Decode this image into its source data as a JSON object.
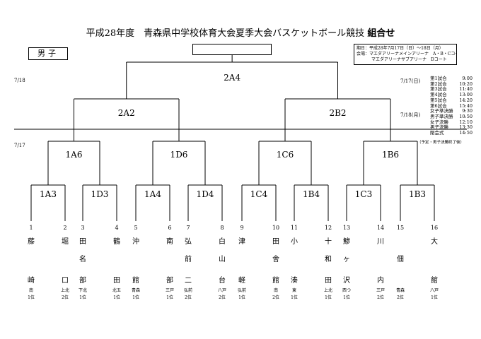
{
  "title_main": "平成28年度　青森県中学校体育大会夏季大会バスケットボール競技",
  "title_bold": "組合せ",
  "category": "男子",
  "info": {
    "line1": "期日：平成28年7月17日（日）～18日（月）",
    "line2": "会場：マエダアリーナメインアリーナ　A・B・Cコート",
    "line3": "マエダアリーナサブアリーナ　Dコート"
  },
  "dates": {
    "left_top": "7/18",
    "left_bottom": "7/17",
    "right_1": "7/17(日)",
    "right_2": "7/18(月)"
  },
  "schedule": [
    {
      "label": "第1試合",
      "time": "9:00"
    },
    {
      "label": "第2試合",
      "time": "10:20"
    },
    {
      "label": "第3試合",
      "time": "11:40"
    },
    {
      "label": "第4試合",
      "time": "13:00"
    },
    {
      "label": "第5試合",
      "time": "14:20"
    },
    {
      "label": "第6試合",
      "time": "15:40"
    },
    {
      "label": "女子準決勝",
      "time": "9:30"
    },
    {
      "label": "男子準決勝",
      "time": "10:50"
    },
    {
      "label": "女子決勝",
      "time": "12:10"
    },
    {
      "label": "男子決勝",
      "time": "13:30"
    },
    {
      "label": "閉会式",
      "time": "14:50"
    }
  ],
  "schedule_note": "（予定・男子決勝終了後）",
  "matches": {
    "final": "2A4",
    "semis": [
      "2A2",
      "2B2"
    ],
    "quarters": [
      "1A6",
      "1D6",
      "1C6",
      "1B6"
    ],
    "first_round": [
      "1A3",
      "1D3",
      "1A4",
      "1D4",
      "1C4",
      "1B4",
      "1C3",
      "1B3"
    ]
  },
  "teams": [
    {
      "num": "1",
      "c1": "藤",
      "c2": "",
      "c3": "",
      "c4": "崎",
      "region": "南",
      "rank": "1位"
    },
    {
      "num": "2",
      "c1": "堀",
      "c2": "",
      "c3": "",
      "c4": "口",
      "region": "上北",
      "rank": "2位"
    },
    {
      "num": "3",
      "c1": "田",
      "c2": "名",
      "c3": "",
      "c4": "部",
      "region": "下北",
      "rank": "1位"
    },
    {
      "num": "4",
      "c1": "鶴",
      "c2": "",
      "c3": "",
      "c4": "田",
      "region": "北五",
      "rank": "1位"
    },
    {
      "num": "5",
      "c1": "沖",
      "c2": "",
      "c3": "",
      "c4": "館",
      "region": "青森",
      "rank": "1位"
    },
    {
      "num": "6",
      "c1": "南",
      "c2": "",
      "c3": "",
      "c4": "部",
      "region": "三戸",
      "rank": "1位"
    },
    {
      "num": "7",
      "c1": "弘",
      "c2": "前",
      "c3": "",
      "c4": "二",
      "region": "弘前",
      "rank": "2位"
    },
    {
      "num": "8",
      "c1": "白",
      "c2": "山",
      "c3": "",
      "c4": "台",
      "region": "八戸",
      "rank": "2位"
    },
    {
      "num": "9",
      "c1": "津",
      "c2": "",
      "c3": "",
      "c4": "軽",
      "region": "弘前",
      "rank": "1位"
    },
    {
      "num": "10",
      "c1": "田",
      "c2": "舎",
      "c3": "",
      "c4": "館",
      "region": "南",
      "rank": "2位"
    },
    {
      "num": "11",
      "c1": "小",
      "c2": "",
      "c3": "",
      "c4": "湊",
      "region": "東",
      "rank": "1位"
    },
    {
      "num": "12",
      "c1": "十",
      "c2": "和",
      "c3": "",
      "c4": "田",
      "region": "上北",
      "rank": "1位"
    },
    {
      "num": "13",
      "c1": "鯵",
      "c2": "ヶ",
      "c3": "",
      "c4": "沢",
      "region": "西つ",
      "rank": "1位"
    },
    {
      "num": "14",
      "c1": "川",
      "c2": "",
      "c3": "",
      "c4": "内",
      "region": "三戸",
      "rank": "2位"
    },
    {
      "num": "15",
      "c1": "",
      "c2": "佃",
      "c3": "",
      "c4": "",
      "region": "青森",
      "rank": "2位"
    },
    {
      "num": "16",
      "c1": "大",
      "c2": "",
      "c3": "",
      "c4": "館",
      "region": "八戸",
      "rank": "1位"
    }
  ]
}
